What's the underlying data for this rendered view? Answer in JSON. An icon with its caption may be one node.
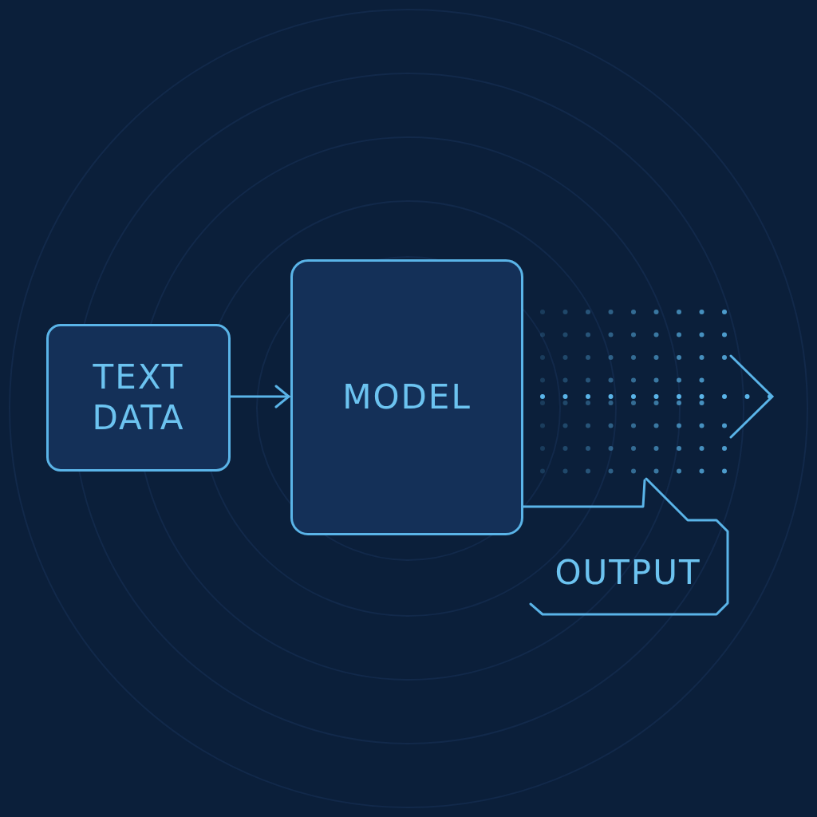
{
  "diagram": {
    "nodes": [
      {
        "text": [
          "TEXT DATA"
        ]
      },
      {
        "text": [
          "MODEL"
        ]
      },
      {
        "text": [
          "OUTPUT"
        ]
      }
    ],
    "edges": [
      {
        "from": 0,
        "to": 1,
        "arrow": "to"
      },
      {
        "from": 1,
        "to": 2,
        "arrow": "none"
      },
      {
        "from": 1,
        "to": null,
        "arrow": "to",
        "style": "dashed"
      }
    ]
  }
}
